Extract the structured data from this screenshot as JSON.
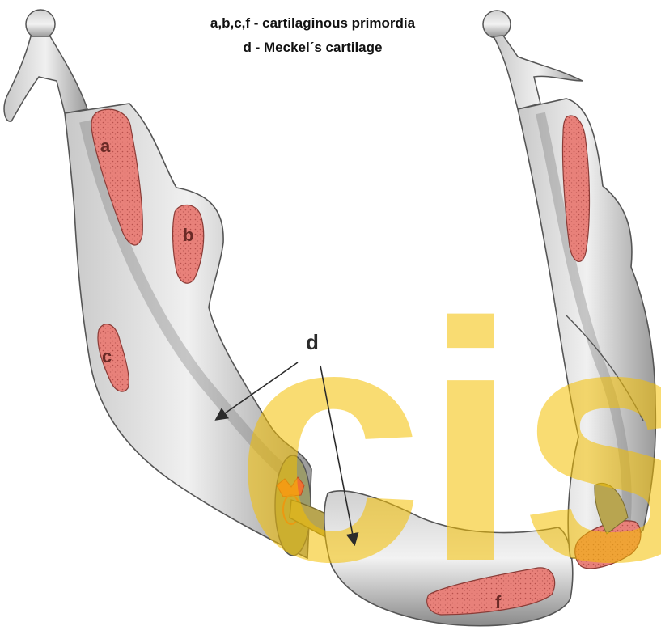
{
  "legend": {
    "line1": "a,b,c,f - cartilaginous primordia",
    "line2": "d - Meckel´s cartilage"
  },
  "labels": {
    "a": "a",
    "b": "b",
    "c": "c",
    "d": "d",
    "f": "f"
  },
  "watermark": {
    "text": "cis",
    "color": "#f5c000"
  },
  "colors": {
    "primordium": "#e8817a",
    "cartilage": "#c9b65a",
    "bone_light": "#e6e6e6",
    "bone_dark": "#5a5a5a"
  }
}
